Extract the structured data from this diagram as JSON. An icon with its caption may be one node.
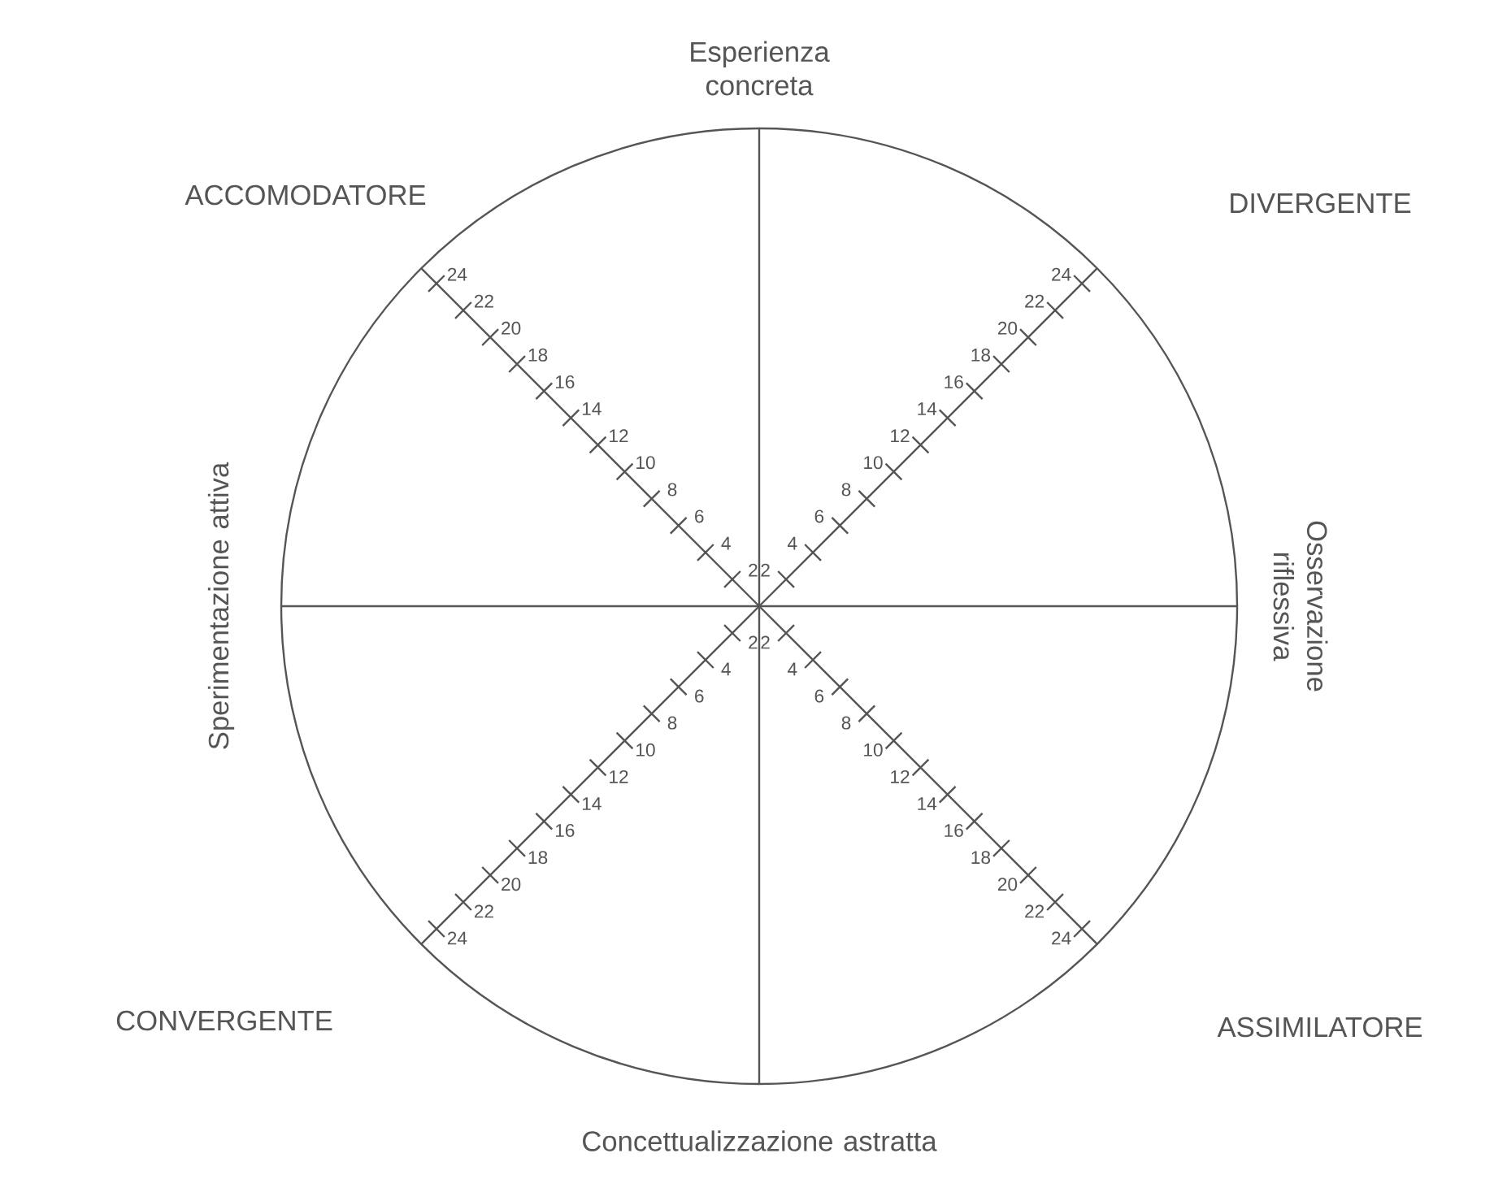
{
  "diagram": {
    "labels": [
      "Esperienza concreta",
      "ACCOMODATORE",
      "DIVERGENTE",
      "Sperimentazione attiva",
      "Osservazione riflessiva",
      "CONVERGENTE",
      "ASSIMILATORE",
      "Concettualizzazione astratta",
      "2",
      "4",
      "6",
      "8",
      "10",
      "12",
      "14",
      "16",
      "18",
      "20",
      "22",
      "24",
      "2",
      "4",
      "6",
      "8",
      "10",
      "12",
      "14",
      "16",
      "18",
      "20",
      "22",
      "24",
      "2",
      "4",
      "6",
      "8",
      "10",
      "12",
      "14",
      "16",
      "18",
      "20",
      "22",
      "24",
      "2",
      "4",
      "6",
      "8",
      "10",
      "12",
      "14",
      "16",
      "18",
      "20",
      "22",
      "24"
    ]
  }
}
